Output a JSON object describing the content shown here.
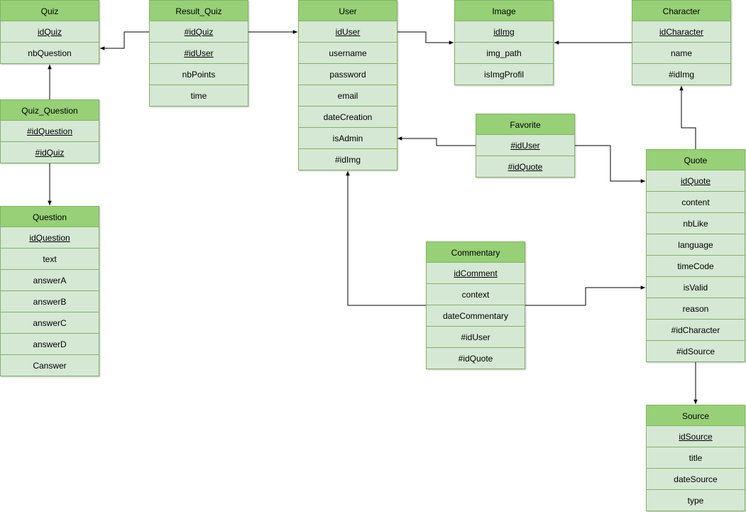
{
  "diagram": {
    "entities": [
      {
        "id": "Quiz",
        "name": "Quiz",
        "fields": [
          {
            "text": "idQuiz",
            "pk": true
          },
          {
            "text": "nbQuestion",
            "pk": false
          }
        ]
      },
      {
        "id": "Result_Quiz",
        "name": "Result_Quiz",
        "fields": [
          {
            "text": "#idQuiz",
            "pk": true
          },
          {
            "text": "#idUser",
            "pk": true
          },
          {
            "text": "nbPoints",
            "pk": false
          },
          {
            "text": "time",
            "pk": false
          }
        ]
      },
      {
        "id": "User",
        "name": "User",
        "fields": [
          {
            "text": "idUser",
            "pk": true
          },
          {
            "text": "username",
            "pk": false
          },
          {
            "text": "password",
            "pk": false
          },
          {
            "text": "email",
            "pk": false
          },
          {
            "text": "dateCreation",
            "pk": false
          },
          {
            "text": "isAdmin",
            "pk": false
          },
          {
            "text": "#idImg",
            "pk": false
          }
        ]
      },
      {
        "id": "Image",
        "name": "Image",
        "fields": [
          {
            "text": "idImg",
            "pk": true
          },
          {
            "text": "img_path",
            "pk": false
          },
          {
            "text": "isImgProfil",
            "pk": false
          }
        ]
      },
      {
        "id": "Character",
        "name": "Character",
        "fields": [
          {
            "text": "idCharacter",
            "pk": true
          },
          {
            "text": "name",
            "pk": false
          },
          {
            "text": "#idImg",
            "pk": false
          }
        ]
      },
      {
        "id": "Quiz_Question",
        "name": "Quiz_Question",
        "fields": [
          {
            "text": "#idQuestion",
            "pk": true
          },
          {
            "text": "#idQuiz",
            "pk": true
          }
        ]
      },
      {
        "id": "Favorite",
        "name": "Favorite",
        "fields": [
          {
            "text": "#idUser",
            "pk": true
          },
          {
            "text": "#idQuote",
            "pk": true
          }
        ]
      },
      {
        "id": "Quote",
        "name": "Quote",
        "fields": [
          {
            "text": "idQuote",
            "pk": true
          },
          {
            "text": "content",
            "pk": false
          },
          {
            "text": "nbLike",
            "pk": false
          },
          {
            "text": "language",
            "pk": false
          },
          {
            "text": "timeCode",
            "pk": false
          },
          {
            "text": "isValid",
            "pk": false
          },
          {
            "text": "reason",
            "pk": false
          },
          {
            "text": "#idCharacter",
            "pk": false
          },
          {
            "text": "#idSource",
            "pk": false
          }
        ]
      },
      {
        "id": "Question",
        "name": "Question",
        "fields": [
          {
            "text": "idQuestion",
            "pk": true
          },
          {
            "text": "text",
            "pk": false
          },
          {
            "text": "answerA",
            "pk": false
          },
          {
            "text": "answerB",
            "pk": false
          },
          {
            "text": "answerC",
            "pk": false
          },
          {
            "text": "answerD",
            "pk": false
          },
          {
            "text": "Canswer",
            "pk": false
          }
        ]
      },
      {
        "id": "Commentary",
        "name": "Commentary",
        "fields": [
          {
            "text": "idComment",
            "pk": true
          },
          {
            "text": "context",
            "pk": false
          },
          {
            "text": "dateCommentary",
            "pk": false
          },
          {
            "text": "#idUser",
            "pk": false
          },
          {
            "text": "#idQuote",
            "pk": false
          }
        ]
      },
      {
        "id": "Source",
        "name": "Source",
        "fields": [
          {
            "text": "idSource",
            "pk": true
          },
          {
            "text": "title",
            "pk": false
          },
          {
            "text": "dateSource",
            "pk": false
          },
          {
            "text": "type",
            "pk": false
          }
        ]
      }
    ],
    "relations": [
      {
        "from": "Result_Quiz",
        "to": "Quiz"
      },
      {
        "from": "Result_Quiz",
        "to": "User"
      },
      {
        "from": "User",
        "to": "Image"
      },
      {
        "from": "Character",
        "to": "Image"
      },
      {
        "from": "Quiz_Question",
        "to": "Quiz"
      },
      {
        "from": "Quiz_Question",
        "to": "Question"
      },
      {
        "from": "Favorite",
        "to": "User"
      },
      {
        "from": "Favorite",
        "to": "Quote"
      },
      {
        "from": "Quote",
        "to": "Character"
      },
      {
        "from": "Quote",
        "to": "Source"
      },
      {
        "from": "Commentary",
        "to": "User"
      },
      {
        "from": "Commentary",
        "to": "Quote"
      }
    ],
    "colors": {
      "header_fill": "#97d077",
      "row_fill": "#d5e8d4",
      "border": "#82b366",
      "edge": "#000000"
    }
  }
}
